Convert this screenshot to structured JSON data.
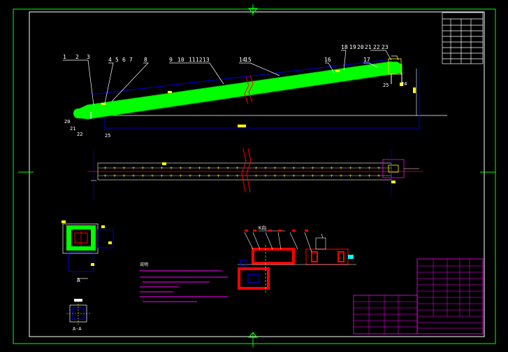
{
  "drawing": {
    "callouts_top": [
      "1",
      "2",
      "3",
      "4",
      "5",
      "6",
      "7",
      "8",
      "9",
      "10",
      "11",
      "12",
      "13",
      "14",
      "15",
      "16",
      "17",
      "18",
      "19",
      "20",
      "21",
      "22",
      "23"
    ],
    "callouts_left": [
      "20",
      "21",
      "22",
      "25"
    ],
    "callouts_right": [
      "24",
      "25"
    ],
    "section_label_a": "A",
    "section_label_b": "A-A",
    "detail_title": "K向",
    "notes_heading": "说明",
    "colors": {
      "background": "#000000",
      "frame": "#00ff00",
      "conveyor": "#00ff00",
      "dim_lines": "#0000ff",
      "annotations": "#ff00ff",
      "highlight_red": "#ff0000",
      "leader": "#ffffff",
      "accent_yellow": "#ffff00"
    }
  }
}
